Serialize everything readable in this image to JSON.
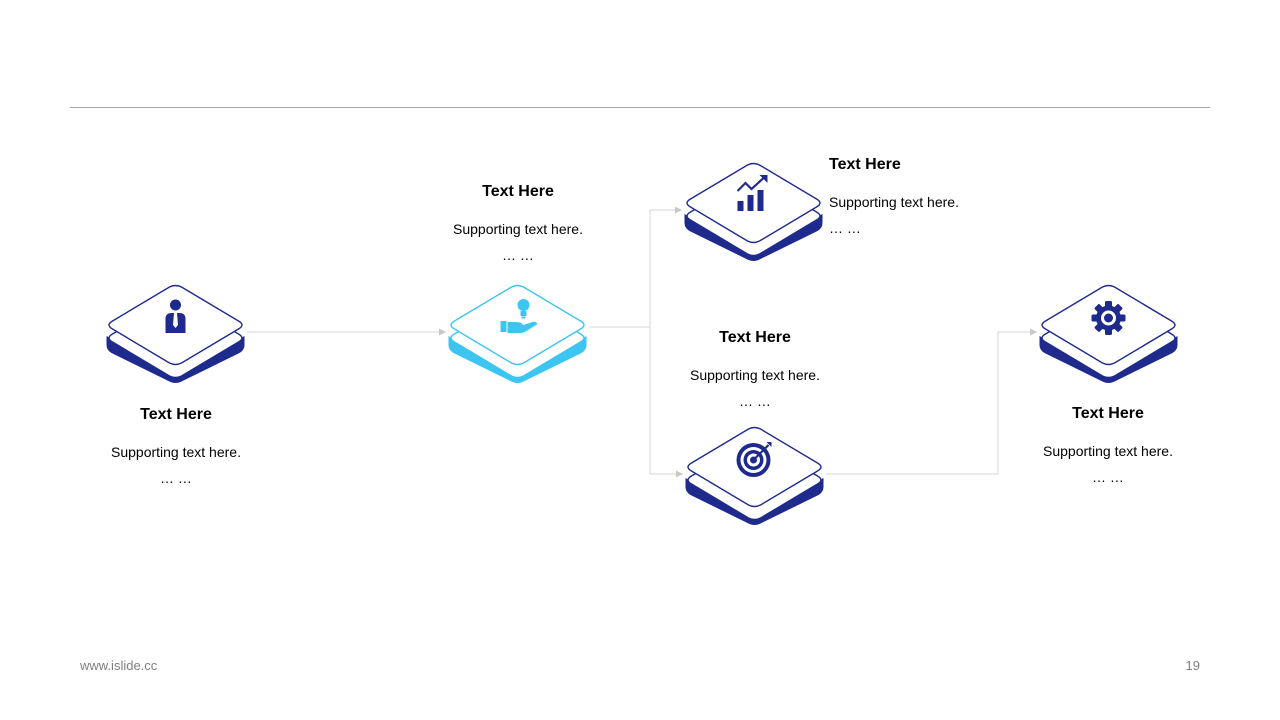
{
  "colors": {
    "accent_dark": "#1e2a8c",
    "accent_light": "#3cc5f0",
    "connector": "#d0d0d0"
  },
  "nodes": [
    {
      "title": "Text Here",
      "text": "Supporting  text here.",
      "dots": "… …",
      "icon": "person-icon"
    },
    {
      "title": "Text Here",
      "text": "Supporting  text here.",
      "dots": "… …",
      "icon": "lightbulb-hand-icon"
    },
    {
      "title": "Text Here",
      "text": "Supporting  text here.",
      "dots": "… …",
      "icon": "growth-chart-icon"
    },
    {
      "title": "Text Here",
      "text": "Supporting  text here.",
      "dots": "… …",
      "icon": "target-icon"
    },
    {
      "title": "Text Here",
      "text": "Supporting  text here.",
      "dots": "… …",
      "icon": "gear-icon"
    }
  ],
  "footer": {
    "website": "www.islide.cc",
    "page_number": "19"
  }
}
